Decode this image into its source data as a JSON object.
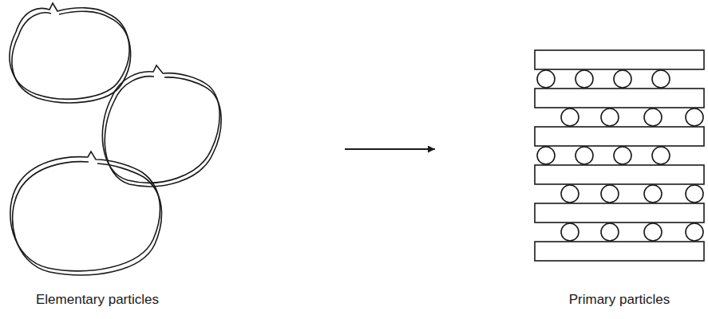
{
  "diagram": {
    "nodes": [
      {
        "text": [
          "Elementary particles"
        ]
      },
      {
        "text": [
          "Primary particles"
        ]
      }
    ],
    "edges": [
      {
        "from": 0,
        "to": 1,
        "arrow": "to"
      }
    ]
  }
}
